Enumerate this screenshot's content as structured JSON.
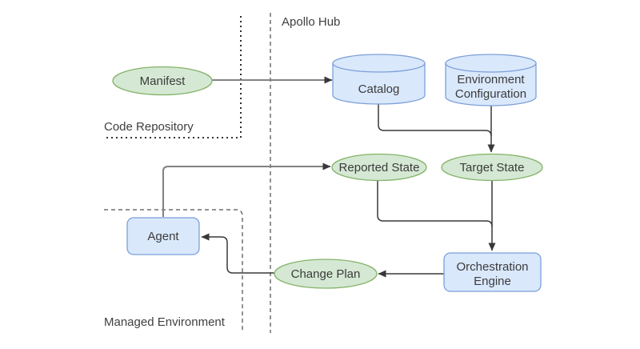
{
  "diagram": {
    "hub_label": "Apollo Hub",
    "regions": {
      "code_repository": {
        "label": "Code Repository"
      },
      "managed_environment": {
        "label": "Managed Environment"
      }
    },
    "nodes": {
      "manifest": {
        "label": "Manifest",
        "shape": "ellipse",
        "fill": "#d5e8d4"
      },
      "catalog": {
        "label": "Catalog",
        "shape": "cylinder",
        "fill": "#dae8fc"
      },
      "environment_configuration": {
        "label": "Environment Configuration",
        "line1": "Environment",
        "line2": "Configuration",
        "shape": "cylinder",
        "fill": "#dae8fc"
      },
      "reported_state": {
        "label": "Reported State",
        "shape": "ellipse",
        "fill": "#d5e8d4"
      },
      "target_state": {
        "label": "Target State",
        "shape": "ellipse",
        "fill": "#d5e8d4"
      },
      "agent": {
        "label": "Agent",
        "shape": "rounded-rect",
        "fill": "#dae8fc"
      },
      "change_plan": {
        "label": "Change Plan",
        "shape": "ellipse",
        "fill": "#d5e8d4"
      },
      "orchestration_engine": {
        "label": "Orchestration Engine",
        "line1": "Orchestration",
        "line2": "Engine",
        "shape": "rounded-rect",
        "fill": "#dae8fc"
      }
    },
    "edges": [
      {
        "from": "manifest",
        "to": "catalog"
      },
      {
        "from": "catalog",
        "to": "target_state"
      },
      {
        "from": "environment_configuration",
        "to": "target_state"
      },
      {
        "from": "reported_state",
        "to": "orchestration_engine"
      },
      {
        "from": "target_state",
        "to": "orchestration_engine"
      },
      {
        "from": "orchestration_engine",
        "to": "change_plan"
      },
      {
        "from": "change_plan",
        "to": "agent"
      },
      {
        "from": "agent",
        "to": "reported_state"
      }
    ],
    "colors": {
      "green_fill": "#d5e8d4",
      "green_stroke": "#82b366",
      "blue_fill": "#dae8fc",
      "blue_stroke": "#7c9fd8",
      "edge_dark": "#383838",
      "edge_gray": "#828282",
      "text": "#3b3b3b",
      "boundary_dashed": "#6e6e6e",
      "boundary_dotted": "#1a1a1a",
      "background": "#ffffff"
    }
  }
}
